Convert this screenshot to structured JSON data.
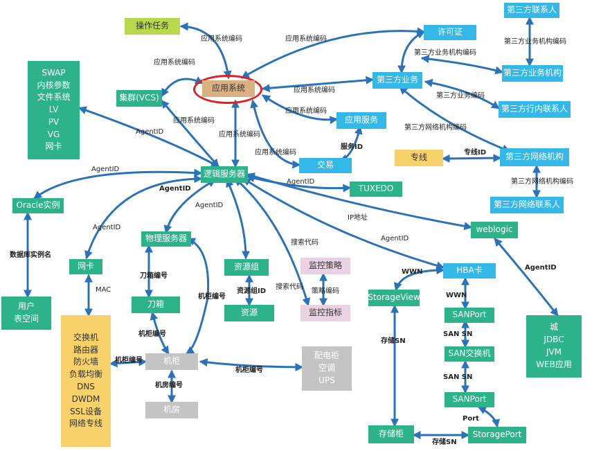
{
  "nodes": {
    "ops_task": "操作任务",
    "app_system": "应用系统",
    "license": "许可证",
    "tp_contact": "第三方联系人",
    "tp_business_org": "第三方业务机构",
    "tp_business": "第三方业务",
    "tp_inner_contact": "第三方行内联系人",
    "cluster_vcs": "集群(VCS)",
    "app_service": "应用服务",
    "transaction": "交易",
    "dedicated_line": "专线",
    "tp_network_org": "第三方网络机构",
    "tp_network_contact": "第三方网络联系人",
    "logic_server": "逻辑服务器",
    "tuxedo": "TUXEDO",
    "oracle_instance": "Oracle实例",
    "weblogic": "weblogic",
    "nic": "网卡",
    "physical_server": "物理服务器",
    "resource_group": "资源组",
    "resource": "资源",
    "monitor_policy": "监控策略",
    "monitor_metric": "监控指标",
    "hba": "HBA卡",
    "storage_view": "StorageView",
    "san_port_top": "SANPort",
    "san_switch": "SAN交换机",
    "san_port_bottom": "SANPort",
    "storage_port": "StoragePort",
    "storage_cabinet": "存储柜",
    "blade_box": "刀箱",
    "rack": "机柜",
    "machine_room": "机房",
    "user_tablespace": [
      "用户",
      "表空间"
    ],
    "os_list": [
      "SWAP",
      "内核参数",
      "文件系统",
      "LV",
      "PV",
      "VG",
      "网卡"
    ],
    "network_devices": [
      "交换机",
      "路由器",
      "防火墙",
      "负载均衡",
      "DNS",
      "DWDM",
      "SSL设备",
      "网络专线"
    ],
    "power_env": [
      "配电柜",
      "空调",
      "UPS"
    ],
    "middleware": [
      "城",
      "JDBC",
      "JVM",
      "WEB应用"
    ]
  },
  "labels": {
    "app_code_ops": "应用系统编码",
    "app_code_license": "应用系统编码",
    "app_code_vcs": "应用系统编码",
    "app_code_tp": "应用系统编码",
    "app_code_service": "应用系统编码",
    "app_code_logic_a": "应用系统编码",
    "app_code_logic_b": "应用系统编码",
    "app_code_trade": "应用系统编码",
    "tp_biz_org_code_top": "第三方业务机构编码",
    "tp_biz_org_code_bottom": "第三方业务机构编码",
    "tp_biz_code": "第三方业务编码",
    "tp_net_org_code_left": "第三方网络机构编码",
    "tp_net_org_code_bottom": "第三方网络机构编码",
    "service_id": "服务ID",
    "line_id": "专线ID",
    "agent_id_vcs": "AgentID",
    "agent_id_oracle": "AgentID",
    "agent_id_logic": "AgentID",
    "agent_id_tuxedo": "AgentID",
    "agent_id_nic": "AgentID",
    "agent_id_phys": "AgentID",
    "agent_id_hba": "AgentID",
    "agent_id_weblogic": "AgentID",
    "ip_address": "IP地址",
    "db_instance_name": "数据库实例名",
    "mac": "MAC",
    "search_code_top": "搜索代码",
    "search_code_bottom": "搜索代码",
    "policy_code": "策略编码",
    "resource_group_id": "资源组ID",
    "blade_code": "刀箱编号",
    "rack_code_phys": "机柜编号",
    "rack_code_blade": "机柜编号",
    "rack_code_net": "机柜编号",
    "rack_code_power": "机柜编号",
    "room_code": "机房编号",
    "wwn_top": "WWN",
    "wwn_bottom": "WWN",
    "san_sn_top": "SAN SN",
    "san_sn_bottom": "SAN SN",
    "storage_sn_left": "存储SN",
    "storage_sn_bottom": "存储SN",
    "port": "Port"
  },
  "colors": {
    "line": "#2a73b8",
    "highlight_ring": "#e02020",
    "teal": "#2db38a",
    "blue": "#33b8e8",
    "gray": "#c4c4c4",
    "yellow": "#f7d16a",
    "pink": "#ead2e2",
    "lime": "#b8d84e",
    "tan": "#d9b182"
  }
}
